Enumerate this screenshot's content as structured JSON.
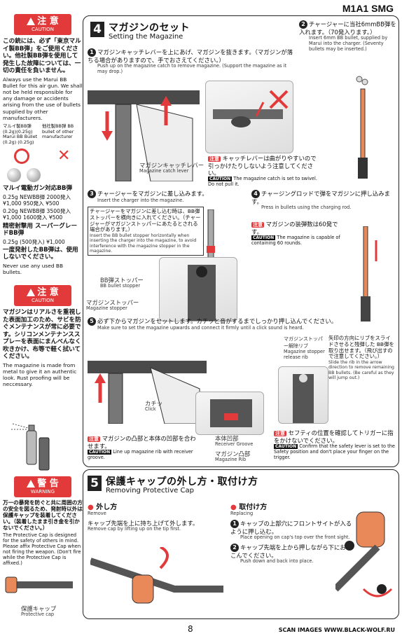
{
  "header": {
    "title": "M1A1 SMG"
  },
  "left": {
    "caution1": {
      "jp": "注 意",
      "en": "CAUTION"
    },
    "c1_jp": "この銃には、必ず「東京マルイ製BB弾」をご使用ください。他社製BB弾を使用して発生した故障については、一切の責任を負いません。",
    "c1_en": "Always use the Marui BB Bullet for this air gun. We shall not be held responsible for any damage or accidents arising from the use of bullets supplied by other manufacturers.",
    "bb_left": "マルイ製BB弾 (0.2g)(0.25g) Marui BB Bullet (0.2g) (0.25g)",
    "bb_right": "他社製BB弾 BB bullet of other manufacturer",
    "item1": "マルイ電動ガン対応BB弾",
    "item1_a": "0.25g NEWBB弾 2000発入 ¥1,000 950発入 ¥500",
    "item1_b": "0.20g NEWBB弾 3500発入 ¥1,000 1600発入 ¥500",
    "item2": "精密射撃用 スーパーグレードBB弾",
    "item2_a": "0.25g (500発入) ¥1,000",
    "item3": "一度発射したBB弾は、使用しないでください。",
    "item3_en": "Never use any used BB bullets.",
    "caution2": {
      "jp": "注 意",
      "en": "CAUTION"
    },
    "c2_jp": "マガジンはリアルさを重視した表面加工のため、サビを防ぐメンテナンスが常に必要です。シリコンメンテナンススプレーを表面にまんべんなく吹きかけ、布等で軽く拭いてください。",
    "c2_en": "The magazine is made from metal to give it an authentic look. Rust proofing will be neccessary."
  },
  "sec4": {
    "num": "4",
    "title_jp": "マガジンのセット",
    "title_en": "Setting the Magazine",
    "s1_jp": "マガジンキャッチレバーを上にあげ、マガジンを抜きます。（マガジンが落ちる場合がありますので、手でおさえてください。）",
    "s1_en": "Push up on the magazine catch to remove magazine. (Support the magazine as it may drop.)",
    "catch_label_jp": "マガジンキャッチレバー",
    "catch_label_en": "Magazine catch lever",
    "note1_jp": "キャッチレバーは曲がりやすいので引っかけたりしないよう注意してください。",
    "note1_en": "The magazine catch is set to swivel. Do not pull it.",
    "s2_jp": "チャージャーに当社6mmBB弾を入れます。（70発入ります。）",
    "s2_en": "Insert 6mm BB bullet, supplied by Marui into the charger. (Seventy bullets may be inserted.)",
    "s3_jp": "チャージャーをマガジンに差し込みます。",
    "s3_en": "Insert the charger into the magazine.",
    "s3_box_jp": "チャージャーをマガジンに差し込む時は、BB弾ストッパーを横向きに入れてください。（チャージャーがマガジンストッパーにあたるとされる場合があります。）",
    "s3_box_en": "Insert the BB bullet stopper horizontally when inserting the charger into the magazine, to avoid interference with the magazine stopper in the magazine.",
    "bb_stopper_jp": "BB弾ストッパー",
    "bb_stopper_en": "BB bullet stopper",
    "mag_stopper_jp": "マガジンストッパー",
    "mag_stopper_en": "Magazine stopper",
    "s4_jp": "チャージングロッドで弾をマガジンに押し込みます。",
    "s4_en": "Press in bullets using the charging rod.",
    "note2_jp": "マガジンの装弾数は60発です。",
    "note2_en": "The magazine is capable of containing 60 rounds.",
    "s5_jp": "必ず下からマガジンをセットします。カチッと音がするまでしっかり押し込んでください。",
    "s5_en": "Make sure to set the magazine upwards and connect it firmly until a click sound is heard.",
    "click_jp": "カチッ",
    "click_en": "Click",
    "release_jp": "マガジンストッパー解除リブ",
    "release_en": "Magazine stopper release rib",
    "arrow_jp": "矢印の方向にリブをスライドさせると残弾した BB弾を取り出せます。（飛び出すので注意してください。）",
    "arrow_en": "Slide the rib in the arrow direction to remove remaining BB bullets. (Be careful as they will jump out.)",
    "note3_jp": "マガジンの凸部と本体の凹部を合わせます。",
    "note3_en": "Line up magazine rib with receiver groove.",
    "groove_jp": "本体凹部",
    "groove_en": "Receiver Groove",
    "rib_jp": "マガジン凸部",
    "rib_en": "Magazine Rib",
    "note4_jp": "セフティの位置を確認してトリガーに指をかけないでください。",
    "note4_en": "Confirm that the safety lever is set to the Safety position and don't place your finger on the trigger.",
    "note_tag": "注意",
    "caution_tag": "CAUTION"
  },
  "sec5": {
    "num": "5",
    "title_jp": "保護キャップの外し方・取付け方",
    "title_en": "Removing Protective Cap",
    "remove_jp": "外し方",
    "remove_en": "Remove",
    "remove_txt_jp": "キャップ先端を上に持ち上げて外します。",
    "remove_txt_en": "Remove cap by lifting up on the tip first.",
    "replace_jp": "取付け方",
    "replace_en": "Replacing",
    "r1_jp": "キャップの上部穴にフロントサイトが入るように押し込む。",
    "r1_en": "Place opening on cap's top over the front sight.",
    "r2_jp": "キャップ先端を上から押しながら下におしこんでください。",
    "r2_en": "Push down and back into place."
  },
  "warning": {
    "jp": "警 告",
    "en": "WARNING",
    "txt_jp": "万一の暴発を防ぐと共に周囲の方の安全を図るため、発射時以外は保護キャップを装着してください。（装着したまま引き金を引かないでください。）",
    "txt_en": "The Protective Cap is designed for the safety of others in mind. Please affix Protective Cap when not firing the weapon. (Don't fire while the Protective Cap is affixed.)",
    "cap_jp": "保護キャップ",
    "cap_en": "Protective cap"
  },
  "footer": {
    "page": "8",
    "url": "SCAN IMAGES WWW.BLACK-WOLF.RU"
  }
}
